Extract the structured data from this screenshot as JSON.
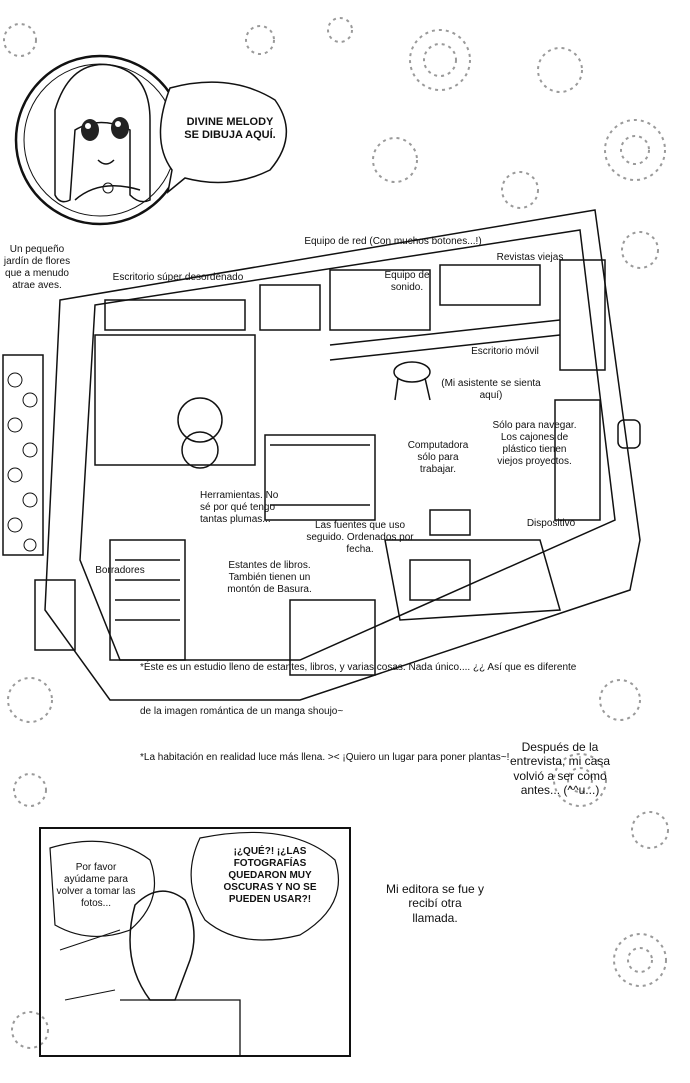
{
  "intro": {
    "speech": "DIVINE MELODY SE DIBUJA AQUÍ."
  },
  "room_labels": {
    "flowers": "Un pequeño jardín de flores que a menudo atrae aves.",
    "desk_messy": "Escritorio súper desordenado",
    "network": "Equipo de red (Con muchos botones...!)",
    "magazines": "Revistas viejas",
    "sound": "Equipo de sonido.",
    "mobile_desk": "Escritorio móvil",
    "assistant": "(Mi asistente se sienta aquí)",
    "browse": "Sólo para navegar. Los cajones de plástico tienen viejos proyectos.",
    "pens": "Herramientas. No sé por qué tengo tantas plumas...",
    "sources": "Las fuentes que uso seguido. Ordenados por fecha.",
    "computer": "Computadora sólo para trabajar.",
    "device": "Dispositivo",
    "erasers": "Borradores",
    "shelves": "Estantes de libros. También tienen un montón de Basura."
  },
  "captions": {
    "line1": "*Éste es un estudio lleno de estantes, libros, y varias cosas. Nada único.... ¿¿ Así que es diferente",
    "line2": "de la imagen romántica de un manga shoujo~",
    "line3": "*La habitación en realidad luce más llena. >< ¡Quiero un lugar para poner plantas~!"
  },
  "aside": {
    "after_interview": "Después de la entrevista, mi casa volvió a ser como antes... (^^u...)"
  },
  "panel": {
    "request": "Por favor ayúdame para volver a tomar las fotos...",
    "shout": "¡¿QUÉ?! ¡¿LAS FOTOGRAFÍAS QUEDARON MUY OSCURAS Y NO SE PUEDEN USAR?!"
  },
  "closing": {
    "text": "Mi editora se fue y recibí otra llamada."
  }
}
